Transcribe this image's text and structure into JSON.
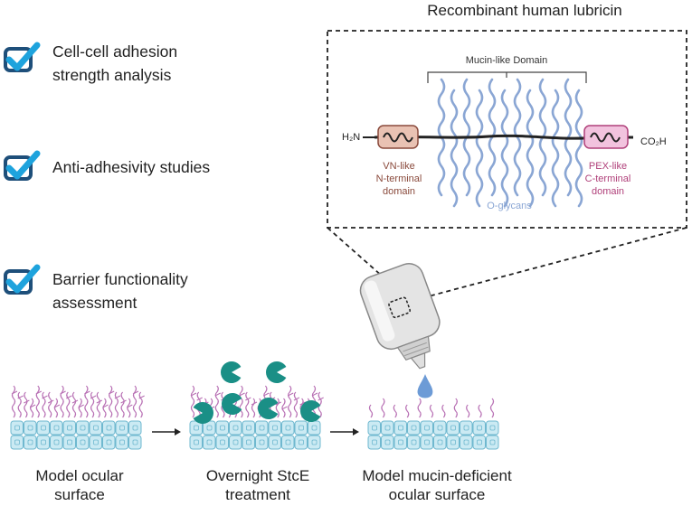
{
  "title": "Recombinant human lubricin",
  "checklist": [
    {
      "line1": "Cell-cell adhesion",
      "line2": "strength analysis"
    },
    {
      "line1": "Anti-adhesivity studies",
      "line2": ""
    },
    {
      "line1": "Barrier functionality",
      "line2": "assessment"
    }
  ],
  "protein": {
    "mucin_label": "Mucin-like Domain",
    "n_terminus": "H₂N",
    "c_terminus": "CO₂H",
    "vn_line1": "VN-like",
    "vn_line2": "N-terminal",
    "vn_line3": "domain",
    "glycan_label": "O-glycans",
    "pex_line1": "PEX-like",
    "pex_line2": "C-terminal",
    "pex_line3": "domain"
  },
  "steps": [
    {
      "line1": "Model ocular",
      "line2": "surface"
    },
    {
      "line1": "Overnight StcE",
      "line2": "treatment"
    },
    {
      "line1": "Model mucin-deficient",
      "line2": "ocular surface"
    }
  ],
  "colors": {
    "checkbox": "#1e4f7a",
    "checkmark": "#1ea3dd",
    "vn_domain": "#8a4a3c",
    "vn_fill": "#e9c2b3",
    "pex_domain": "#b0407a",
    "pex_fill": "#f2c3de",
    "glycan": "#8aa6d4",
    "cell_fill": "#cbeaf3",
    "cell_stroke": "#6fb8cf",
    "mucin": "#b870b4",
    "enzyme": "#1a8f86",
    "drop": "#6d9bd6"
  }
}
